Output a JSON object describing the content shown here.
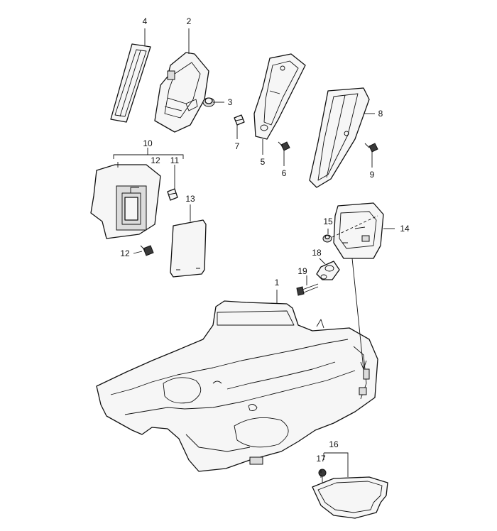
{
  "labels": {
    "p1": "1",
    "p2": "2",
    "p3": "3",
    "p4": "4",
    "p5": "5",
    "p6": "6",
    "p7": "7",
    "p8": "8",
    "p9": "9",
    "p10": "10",
    "p11": "11",
    "p12a": "12",
    "p12b": "12",
    "p13": "13",
    "p14": "14",
    "p15": "15",
    "p16": "16",
    "p17": "17",
    "p18": "18",
    "p19": "19"
  },
  "colors": {
    "line": "#111111",
    "fill": "#f6f6f6",
    "shade": "#dcdcdc"
  }
}
